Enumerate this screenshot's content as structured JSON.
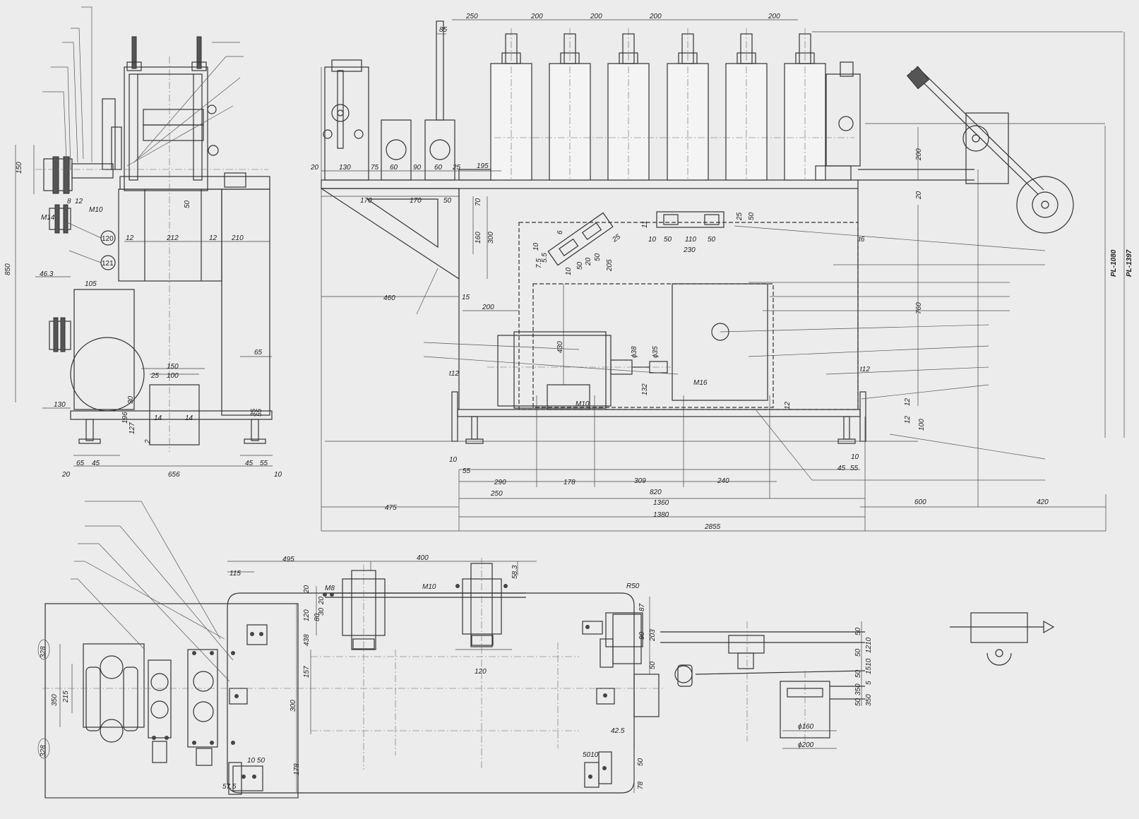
{
  "side_view": {
    "dims": {
      "d150_left": "150",
      "d850": "850",
      "d8": "8",
      "d12_top": "12",
      "m14": "M14",
      "m10": "M10",
      "d46_3": "46.3",
      "d105": "105",
      "d50": "50",
      "d12_a": "12",
      "d212": "212",
      "d12_b": "12",
      "d210": "210",
      "d150_mid": "150",
      "d100": "100",
      "d65": "65",
      "d25": "25",
      "d130": "130",
      "d30": "30",
      "d196": "196",
      "d127": "127",
      "d14_a": "14",
      "d14_b": "14",
      "d2": "2",
      "d35": "35",
      "d55_side": "55",
      "d65_bot": "65",
      "d45_a": "45",
      "d45_b": "45",
      "d55_bot": "55",
      "d20": "20",
      "d656": "656",
      "d10": "10"
    },
    "balloons": [
      "120",
      "121"
    ]
  },
  "front_view": {
    "top_spacing": [
      "250",
      "200",
      "200",
      "200",
      "200"
    ],
    "d85": "85",
    "left_dims": [
      "20",
      "130",
      "75",
      "60",
      "90",
      "60",
      "25",
      "195"
    ],
    "d170_a": "170",
    "d170_b": "170",
    "d50_a": "50",
    "d70": "70",
    "d160": "160",
    "d300": "300",
    "d460": "460",
    "d15": "15",
    "d200_mid": "200",
    "bracket_dims": [
      "11",
      "10",
      "50",
      "110",
      "50",
      "230",
      "25",
      "50"
    ],
    "slot_dims": [
      "6",
      "10",
      "5.5",
      "7.5",
      "25",
      "10",
      "50",
      "20",
      "50",
      "205"
    ],
    "d430": "430",
    "phi38": "ϕ38",
    "phi35": "ϕ35",
    "d132": "132",
    "m16": "M16",
    "m10": "M10",
    "t12_left": "t12",
    "t12_right": "t12",
    "t6": "t6",
    "d12_foot": "12",
    "d12_right_a": "12",
    "d12_right_b": "12",
    "d100_right": "100",
    "d200_right": "200",
    "d20_right": "20",
    "d760": "760",
    "d10_a": "10",
    "d55_a": "55",
    "d10_b": "10",
    "d45": "45",
    "d55_b": "55",
    "bottom_chain": [
      "290",
      "178",
      "309",
      "240"
    ],
    "d250": "250",
    "d820": "820",
    "d1360": "1360",
    "d1380": "1380",
    "d475": "475",
    "d600": "600",
    "d420": "420",
    "d2855": "2855",
    "pl1080": "PL-1080",
    "pl1397": "PL-1397"
  },
  "plan_view": {
    "d495": "495",
    "d400": "400",
    "d115": "115",
    "d58_3": "58.3",
    "d20": "20",
    "m8": "M8",
    "m10": "M10",
    "r50": "R50",
    "d20_b": "20",
    "d30": "30",
    "d120_v": "120",
    "d80": "80",
    "d438": "438",
    "d157": "157",
    "d300": "300",
    "d120_h": "120",
    "d328_top": "328",
    "d350": "350",
    "d215": "215",
    "d328_bot": "328",
    "d10_50": "10 50",
    "d178": "178",
    "d57_5": "57.5",
    "d87": "87",
    "d90": "90",
    "d203": "203",
    "d50_a": "50",
    "d42_5": "42.5",
    "d5010": "5010",
    "d50_b": "50",
    "d78": "78",
    "right_stack": [
      "50",
      "1210",
      "50",
      "1510",
      "50",
      "350",
      "5",
      "50",
      "350"
    ],
    "phi160": "ϕ160",
    "phi200": "ϕ200"
  }
}
